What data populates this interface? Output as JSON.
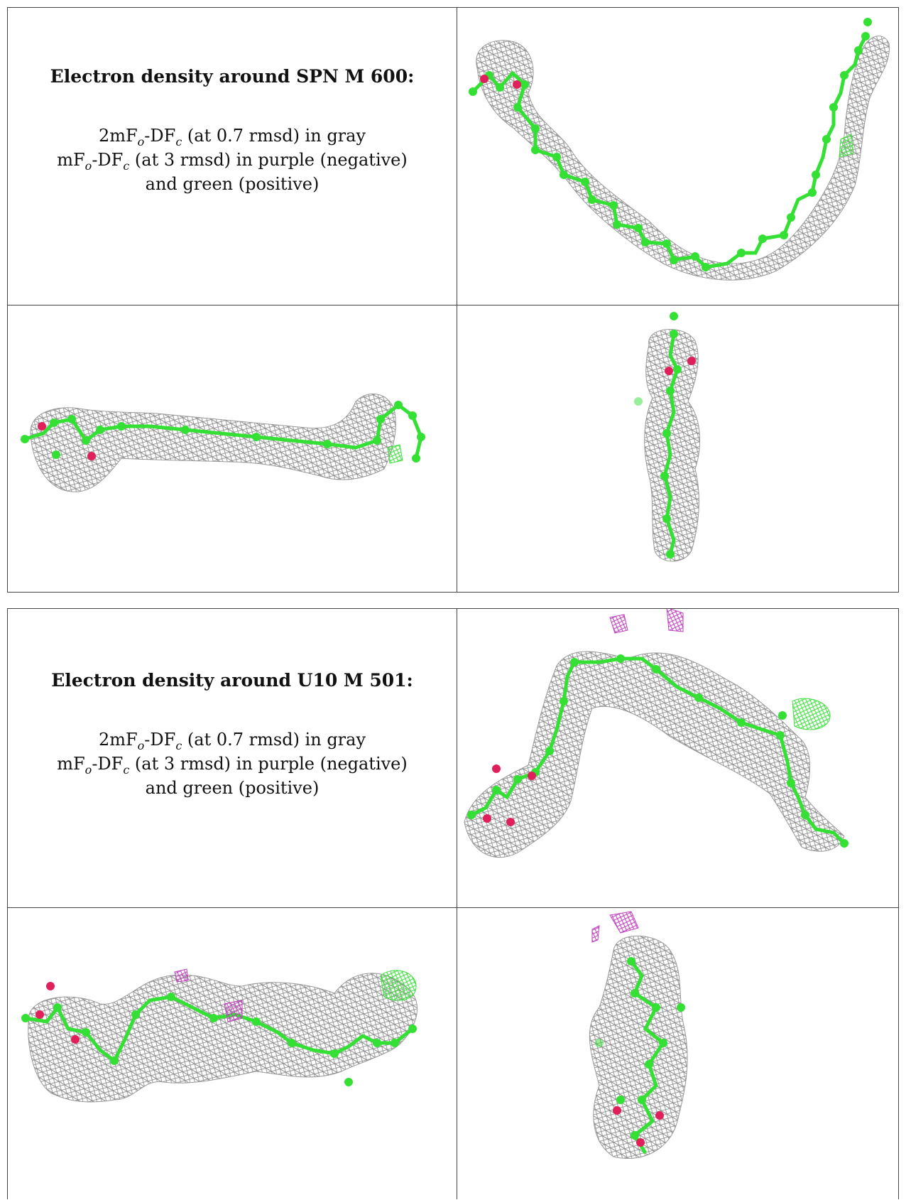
{
  "panels": [
    {
      "title": "Electron density around SPN M 600:",
      "line1": {
        "a": "2mF",
        "b": "o",
        "c": "-DF",
        "d": "c",
        "e": " (at 0.7 rmsd) in gray"
      },
      "line2": {
        "a": "mF",
        "b": "o",
        "c": "-DF",
        "d": "c",
        "e": " (at 3 rmsd) in purple (negative)"
      },
      "line3": "and green (positive)"
    },
    {
      "title": "Electron density around U10 M 501:",
      "line1": {
        "a": "2mF",
        "b": "o",
        "c": "-DF",
        "d": "c",
        "e": " (at 0.7 rmsd) in gray"
      },
      "line2": {
        "a": "mF",
        "b": "o",
        "c": "-DF",
        "d": "c",
        "e": " (at 3 rmsd) in purple (negative)"
      },
      "line3": "and green (positive)"
    }
  ],
  "colors": {
    "mesh_gray": "#9a9a9a",
    "carbon_green": "#33e033",
    "oxygen_red": "#e0205a",
    "negative_purple": "#c040c0",
    "positive_green": "#40e040"
  }
}
